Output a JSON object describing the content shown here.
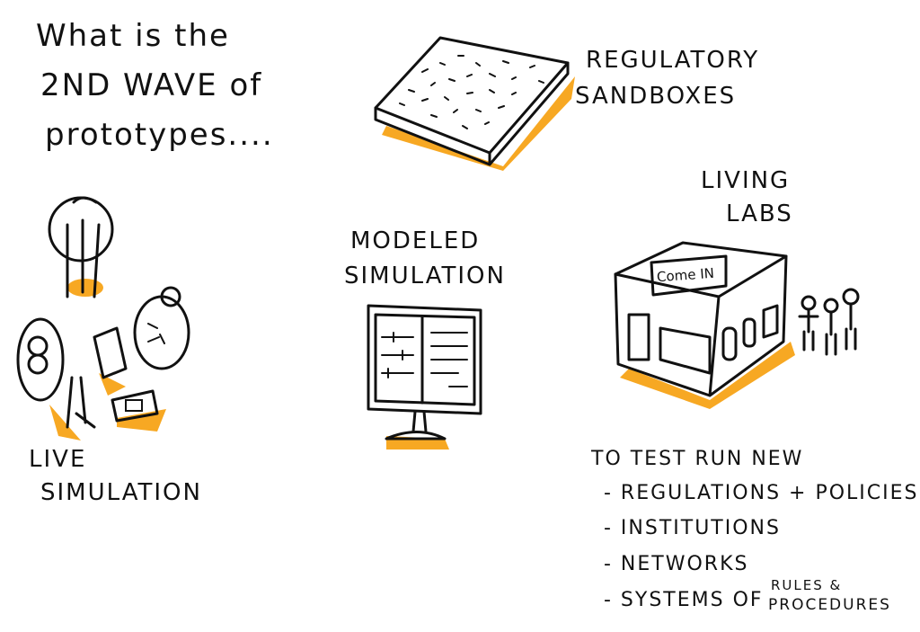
{
  "title": {
    "line1": "What is the",
    "line2": "2ND WAVE of",
    "line3": "prototypes...."
  },
  "sections": {
    "regulatory_sandboxes": {
      "line1": "REGULATORY",
      "line2": "SANDBOXES"
    },
    "living_labs": {
      "line1": "LIVING",
      "line2": "LABS",
      "sign": "Come IN"
    },
    "modeled_simulation": {
      "line1": "MODELED",
      "line2": "SIMULATION"
    },
    "live_simulation": {
      "line1": "LIVE",
      "line2": "SIMULATION"
    }
  },
  "purpose": {
    "heading": "TO TEST RUN NEW",
    "items": [
      "- REGULATIONS + POLICIES",
      "- INSTITUTIONS",
      "- NETWORKS",
      "- SYSTEMS OF"
    ],
    "last_item_suffix_top": "RULES &",
    "last_item_suffix_bottom": "PROCEDURES"
  },
  "colors": {
    "accent": "#F7A823",
    "ink": "#111111"
  }
}
